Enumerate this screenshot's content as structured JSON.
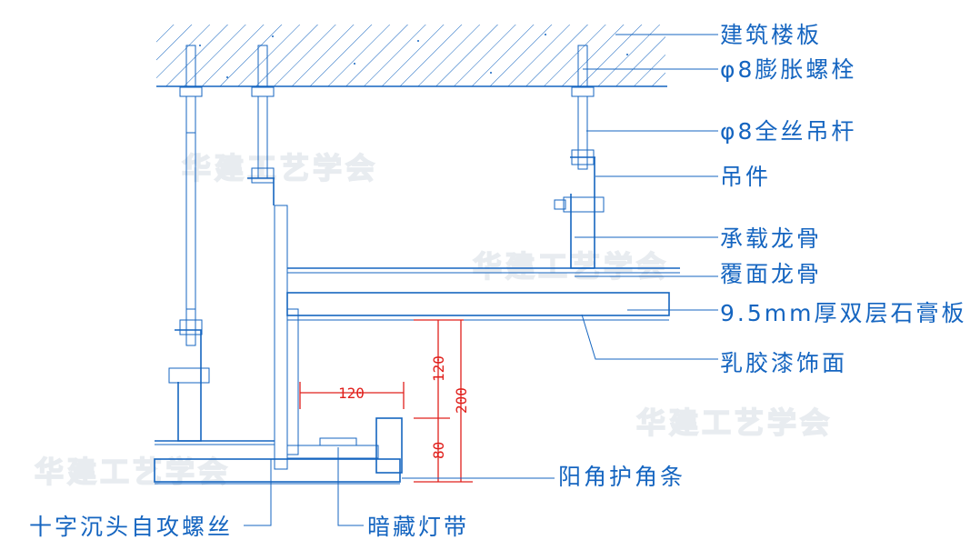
{
  "drawing": {
    "type": "ceiling-detail-section",
    "watermark": "华建工艺学会",
    "colors": {
      "line": "#1565c0",
      "dimension": "#e0201c",
      "background": "#ffffff"
    },
    "labels": {
      "floor_slab": "建筑楼板",
      "expansion_bolt": "φ8膨胀螺栓",
      "threaded_rod": "φ8全丝吊杆",
      "hanger": "吊件",
      "main_runner": "承载龙骨",
      "cover_runner": "覆面龙骨",
      "gypsum_board": "9.5mm厚双层石膏板",
      "latex_paint": "乳胶漆饰面",
      "corner_bead": "阳角护角条",
      "screw": "十字沉头自攻螺丝",
      "light_strip": "暗藏灯带"
    },
    "dimensions": {
      "trough_width": "120",
      "upper_drop": "120",
      "lip_height": "80",
      "total_drop": "200"
    }
  }
}
